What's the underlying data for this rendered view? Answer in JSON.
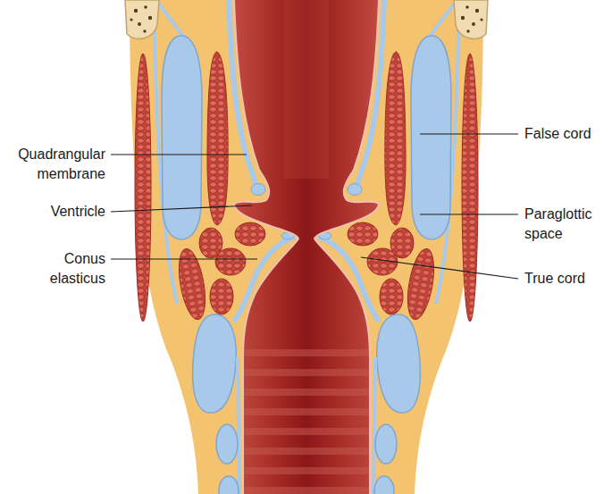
{
  "diagram": {
    "labels": [
      "Quadrangular membrane",
      "False cord",
      "Ventricle",
      "Paraglottic space",
      "Conus elasticus",
      "True cord"
    ]
  }
}
